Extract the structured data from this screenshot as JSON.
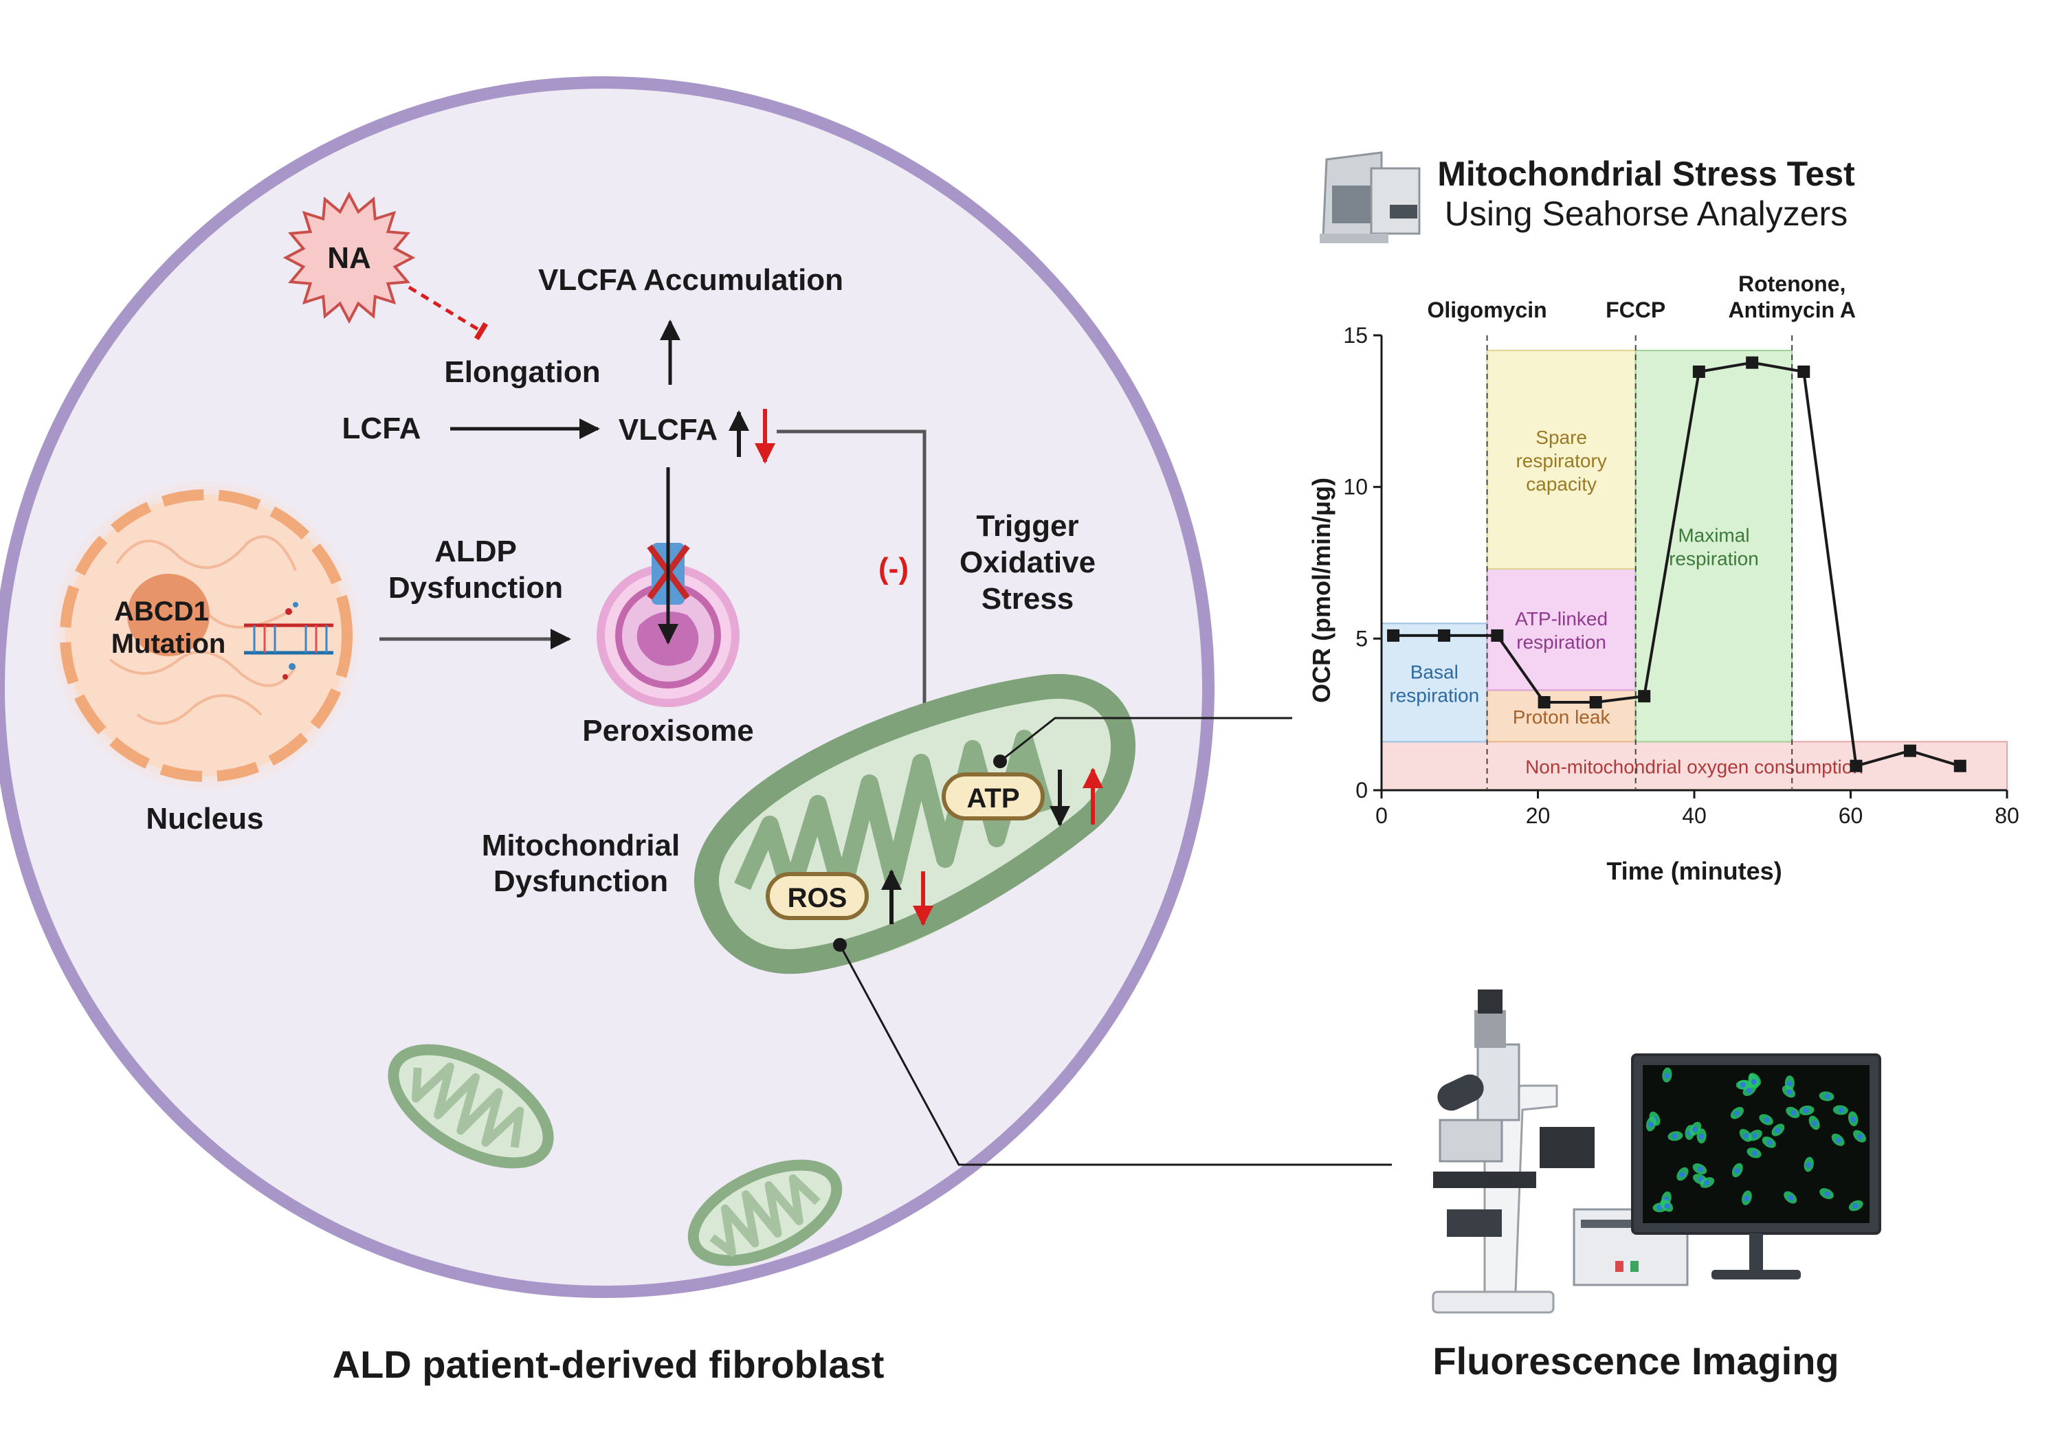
{
  "cell": {
    "caption": "ALD patient-derived fibroblast",
    "na_label": "NA",
    "elongation": "Elongation",
    "vlcfa_accumulation": "VLCFA Accumulation",
    "lcfa": "LCFA",
    "vlcfa": "VLCFA",
    "aldp_line1": "ALDP",
    "aldp_line2": "Dysfunction",
    "peroxisome": "Peroxisome",
    "nucleus": "Nucleus",
    "abcd1_line1": "ABCD1",
    "abcd1_line2": "Mutation",
    "inhibit_sign": "(-)",
    "trigger_line1": "Trigger",
    "trigger_line2": "Oxidative",
    "trigger_line3": "Stress",
    "mito_line1": "Mitochondrial",
    "mito_line2": "Dysfunction",
    "atp": "ATP",
    "ros": "ROS"
  },
  "assay": {
    "title_line1": "Mitochondrial Stress Test",
    "title_line2": "Using Seahorse Analyzers",
    "imaging_caption": "Fluorescence Imaging"
  },
  "colors": {
    "membrane": "#a896c8",
    "cytoplasm": "#efebf5",
    "arrow_black": "#1a1a1a",
    "arrow_red": "#d91c1c",
    "mito_green": "#84a57e",
    "nucleus_orange": "#f2b48d",
    "peroxisome_pink": "#d47bbf"
  },
  "chart_data": {
    "type": "line",
    "xlabel": "Time (minutes)",
    "ylabel": "OCR (pmol/min/μg)",
    "xlim": [
      0,
      80
    ],
    "ylim": [
      0,
      15
    ],
    "xticks": [
      0,
      20,
      40,
      60,
      80
    ],
    "yticks": [
      0,
      5,
      10,
      15
    ],
    "injections": [
      {
        "label": "Oligomycin",
        "x": 13.5
      },
      {
        "label": "FCCP",
        "x": 32.5
      },
      {
        "label_line1": "Rotenone,",
        "label_line2": "Antimycin A",
        "x": 52.5
      }
    ],
    "series": [
      {
        "x": [
          1.5,
          8,
          14.8,
          20.8,
          27.4,
          33.6,
          40.6,
          47.4,
          54,
          60.7,
          67.6,
          74
        ],
        "y": [
          5.1,
          5.1,
          5.1,
          2.9,
          2.9,
          3.1,
          13.8,
          14.1,
          13.8,
          0.8,
          1.3,
          0.8
        ]
      }
    ],
    "regions": [
      {
        "label": "Non-mitochondrial oxygen consumption",
        "x0": 0,
        "x1": 80,
        "y0": 0,
        "y1": 1.6,
        "color": "#f9dcdc"
      },
      {
        "label_line1": "Basal",
        "label_line2": "respiration",
        "x0": 0,
        "x1": 13.5,
        "y0": 1.6,
        "y1": 5.5,
        "color": "#d7e8f7"
      },
      {
        "label": "Proton leak",
        "x0": 13.5,
        "x1": 32.5,
        "y0": 1.6,
        "y1": 3.3,
        "color": "#f9ddc4"
      },
      {
        "label_line1": "ATP-linked",
        "label_line2": "respiration",
        "x0": 13.5,
        "x1": 32.5,
        "y0": 3.3,
        "y1": 7.3,
        "color": "#f4d4f2"
      },
      {
        "label_line1": "Spare",
        "label_line2": "respiratory",
        "label_line3": "capacity",
        "x0": 13.5,
        "x1": 32.5,
        "y0": 7.3,
        "y1": 14.5,
        "color": "#f8f4cf"
      },
      {
        "label_line1": "Maximal",
        "label_line2": "respiration",
        "x0": 32.5,
        "x1": 52.5,
        "y0": 1.6,
        "y1": 14.5,
        "color": "#d9f1d3"
      }
    ]
  }
}
